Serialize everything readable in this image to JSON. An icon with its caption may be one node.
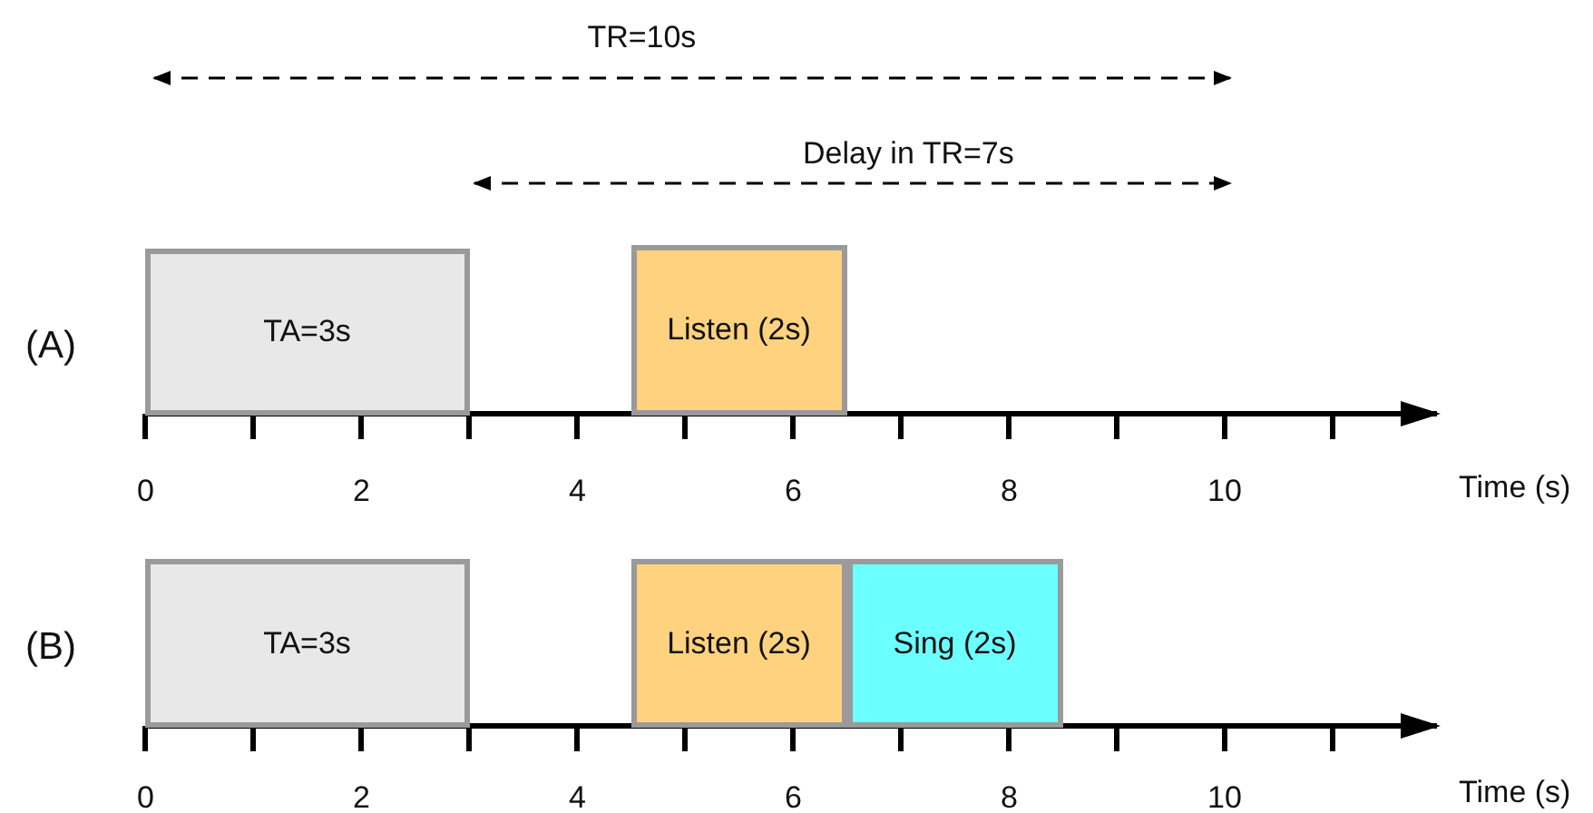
{
  "diagram": {
    "nodes": [
      {
        "text": [
          "TA=3s"
        ]
      },
      {
        "text": [
          "Listen (2s)"
        ]
      },
      {
        "text": [
          "TA=3s"
        ]
      },
      {
        "text": [
          "Listen (2s)"
        ]
      },
      {
        "text": [
          "Sing (2s)"
        ]
      }
    ],
    "edges": [],
    "labels": [
      "TR=10s",
      "Delay in TR=7s",
      "(A)",
      "0",
      "2",
      "4",
      "6",
      "8",
      "10",
      "Time (s)",
      "(B)",
      "0",
      "2",
      "4",
      "6",
      "8",
      "10",
      "Time (s)"
    ]
  }
}
